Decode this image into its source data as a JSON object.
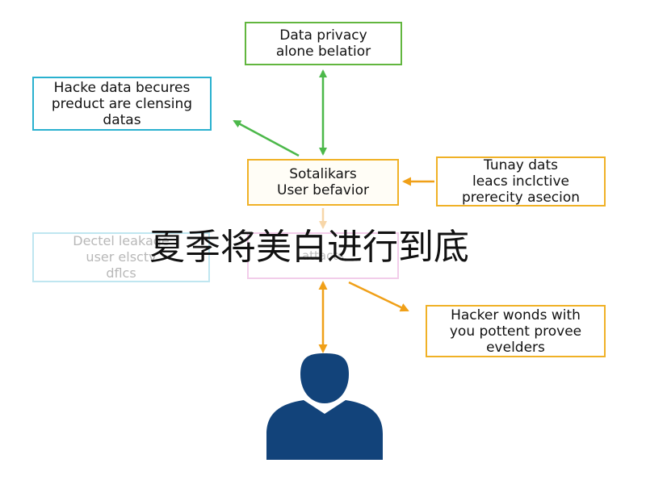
{
  "boxes": {
    "top": {
      "lines": [
        "Data privacy",
        "alone belatior"
      ]
    },
    "left_top": {
      "lines": [
        "Hacke data becures",
        "preduct are clensing",
        "datas"
      ]
    },
    "center": {
      "lines": [
        "Sotalikars",
        "User befavior"
      ]
    },
    "right_top": {
      "lines": [
        "Tunay dats",
        "leacs inclctive",
        "prerecity asecion"
      ]
    },
    "left_faded": {
      "lines": [
        "Dectel leakage",
        "user elsctv",
        "dflcs"
      ]
    },
    "center_faded": {
      "lines": [
        "",
        "attacts"
      ]
    },
    "right_bottom": {
      "lines": [
        "Hacker wonds with",
        "you pottent provee",
        "evelders"
      ]
    }
  },
  "overlay": {
    "caption": "夏季将美白进行到底"
  },
  "colors": {
    "green": "#4cb84a",
    "cyan": "#2ab1cf",
    "orange": "#f0a018",
    "faded_orange": "#f7d6a8",
    "person": "#12437a"
  },
  "icons": {
    "person": "user-silhouette-icon"
  }
}
